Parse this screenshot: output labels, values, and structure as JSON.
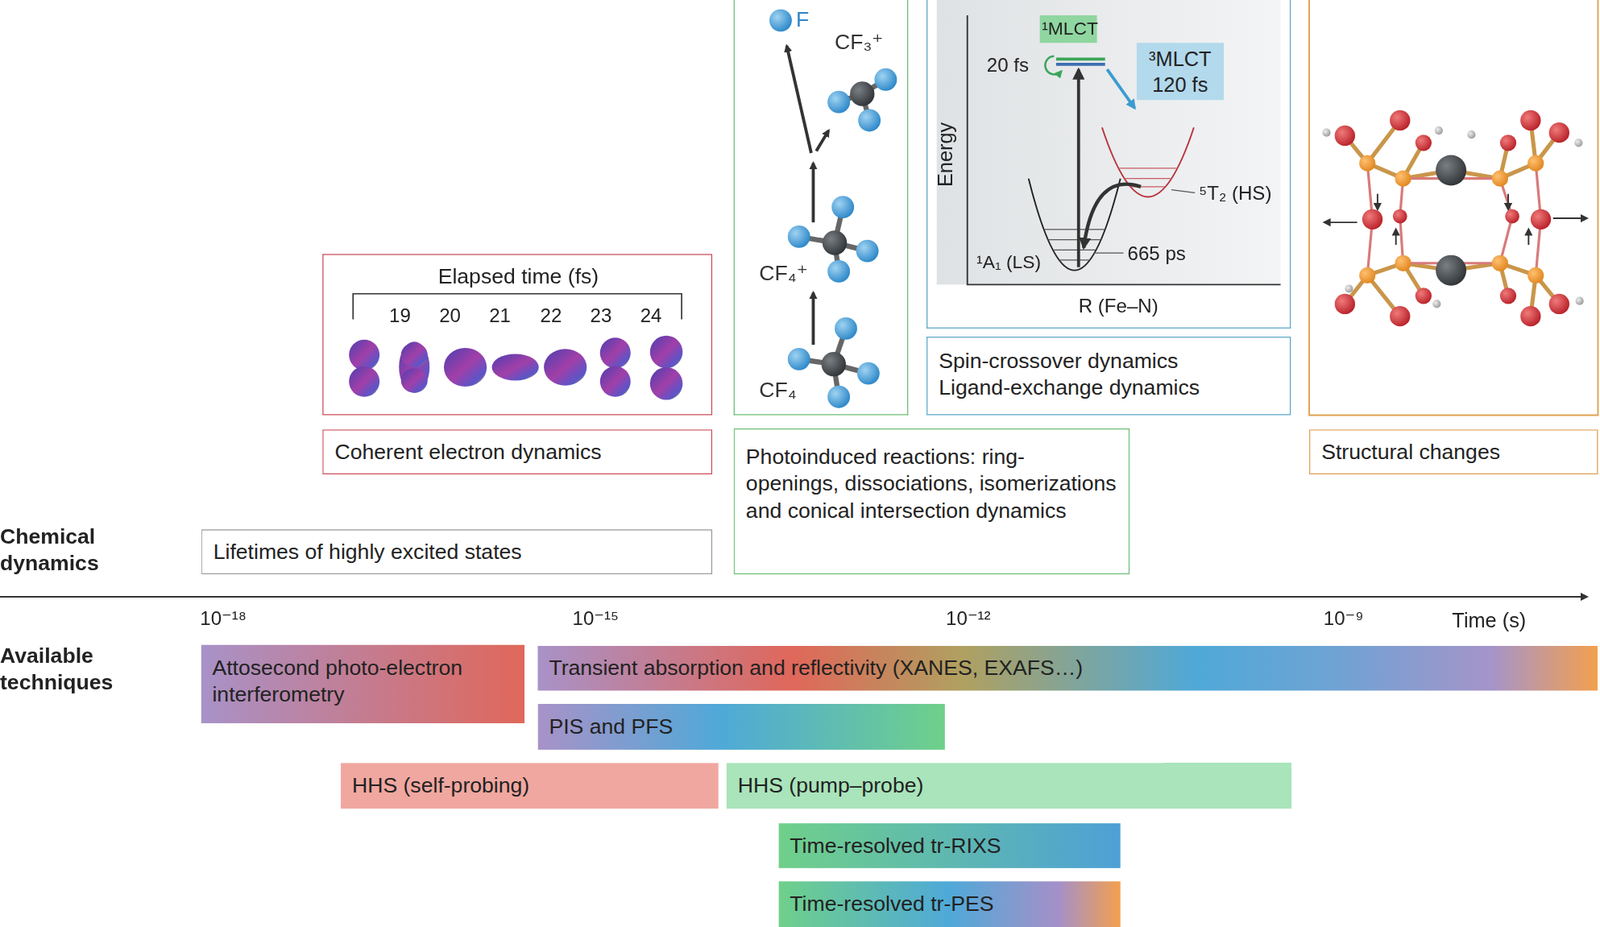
{
  "diagram": {
    "nodes": [
      {
        "text": [
          "Elapsed time (fs)"
        ]
      },
      {
        "text": [
          "Coherent electron dynamics"
        ]
      },
      {
        "text": [
          "Lifetimes of highly excited states"
        ]
      },
      {
        "text": [
          "F",
          "CF₃⁺",
          "CF₄⁺",
          "CF₄"
        ]
      },
      {
        "text": [
          "Photoinduced reactions: ring-openings, dissociations, isomerizations and conical intersection dynamics"
        ]
      },
      {
        "text": [
          "Energy",
          "20 fs",
          "⁵T₂ (HS)",
          "665 ps",
          "¹A₁ (LS)",
          "R (Fe–N)"
        ]
      },
      {
        "text": [
          "¹MLCT"
        ],
        "in": 5
      },
      {
        "text": [
          "³MLCT 120 fs"
        ],
        "in": 5
      },
      {
        "text": [
          "Spin-crossover dynamics",
          "Ligand-exchange dynamics"
        ]
      },
      {
        "text": [
          "Structural changes"
        ]
      },
      {
        "text": [
          "Attosecond photo-electron interferometry"
        ]
      },
      {
        "text": [
          "Transient absorption and reflectivity (XANES, EXAFS…)"
        ]
      },
      {
        "text": [
          "PIS and PFS"
        ]
      },
      {
        "text": [
          "HHS (self-probing)"
        ]
      },
      {
        "text": [
          "HHS (pump–probe)"
        ]
      },
      {
        "text": [
          "Time-resolved tr-RIXS"
        ]
      },
      {
        "text": [
          "Time-resolved tr-PES"
        ]
      }
    ],
    "labels": [
      "Chemical dynamics",
      "Available techniques",
      "10⁻¹⁸",
      "10⁻¹⁵",
      "10⁻¹²",
      "10⁻⁹",
      "Time (s)",
      "19",
      "20",
      "21",
      "22",
      "23",
      "24"
    ]
  }
}
